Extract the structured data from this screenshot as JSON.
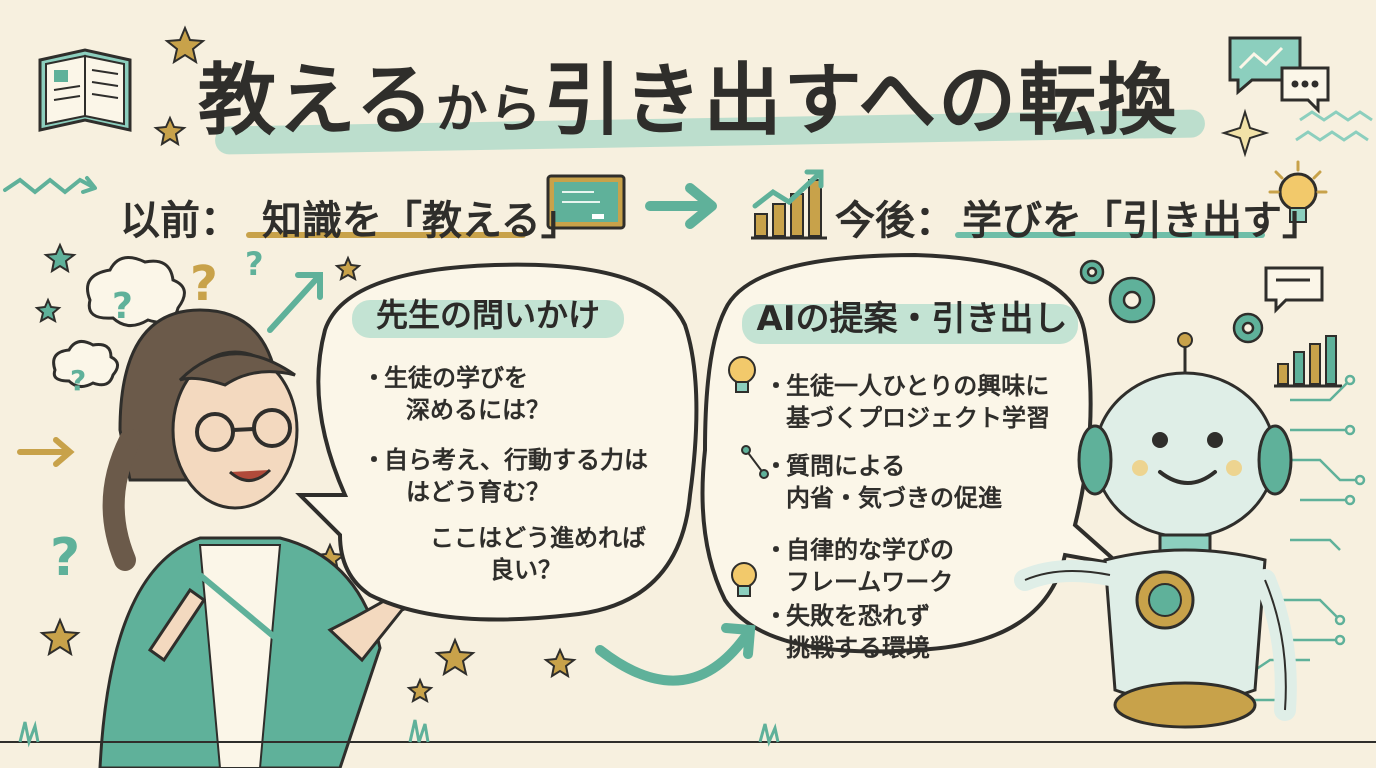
{
  "title": {
    "part1": "教える",
    "part2": "から",
    "part3": "引き出す",
    "part4": "への転換"
  },
  "before": {
    "label": "以前：",
    "text": "知識を「教える」"
  },
  "after": {
    "label": "今後：",
    "text": "学びを「引き出す」"
  },
  "teacher_bubble": {
    "heading": "先生の問いかけ",
    "items": [
      {
        "line1": "生徒の学びを",
        "line2": "深めるには？"
      },
      {
        "line1": "自ら考え、行動する力は",
        "line2": "はどう育む？"
      },
      {
        "line1": "ここはどう進めれば",
        "line2": "良い？"
      }
    ]
  },
  "ai_bubble": {
    "heading": "AIの提案・引き出し",
    "items": [
      {
        "line1": "生徒一人ひとりの興味に",
        "line2": "基づくプロジェクト学習"
      },
      {
        "line1": "質問による",
        "line2": "内省・気づきの促進"
      },
      {
        "line1": "自律的な学びの",
        "line2": "フレームワーク"
      },
      {
        "line1": "失敗を恐れず",
        "line2": "挑戦する環境"
      }
    ]
  },
  "colors": {
    "background": "#f7f0df",
    "accent_teal": "#5fb19a",
    "accent_gold": "#c8a24a",
    "ink": "#2f2e2b"
  }
}
